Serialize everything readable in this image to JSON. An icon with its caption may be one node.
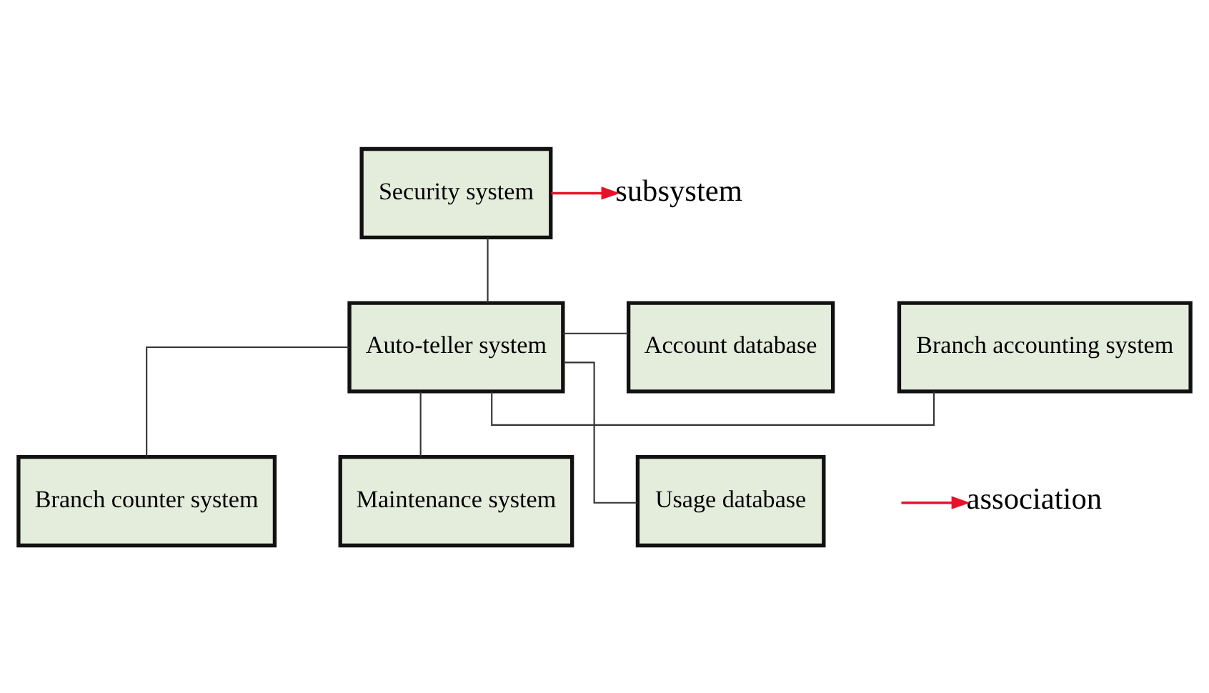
{
  "diagram": {
    "nodes": [
      {
        "text": [
          "Security system"
        ]
      },
      {
        "text": [
          "Branch accounting system"
        ]
      },
      {
        "text": [
          "Account database"
        ]
      },
      {
        "text": [
          "Auto-teller system"
        ]
      },
      {
        "text": [
          "Branch counter system"
        ]
      },
      {
        "text": [
          "Usage database"
        ]
      },
      {
        "text": [
          "Maintenance system"
        ]
      },
      {
        "text": [
          "subsystem"
        ]
      },
      {
        "text": [
          "association"
        ]
      }
    ],
    "edges": [
      {
        "from": 3,
        "to": 0,
        "arrow": "none"
      },
      {
        "from": 3,
        "to": 1,
        "arrow": "none"
      },
      {
        "from": 3,
        "to": 2,
        "arrow": "none"
      },
      {
        "from": 3,
        "to": 4,
        "arrow": "none"
      },
      {
        "from": 3,
        "to": 5,
        "arrow": "none"
      },
      {
        "from": 3,
        "to": 6,
        "arrow": "none"
      },
      {
        "from": 0,
        "to": 7,
        "arrow": "to",
        "color": "#e8102a"
      },
      {
        "from": null,
        "to": 8,
        "arrow": "to",
        "color": "#e8102a"
      }
    ]
  }
}
